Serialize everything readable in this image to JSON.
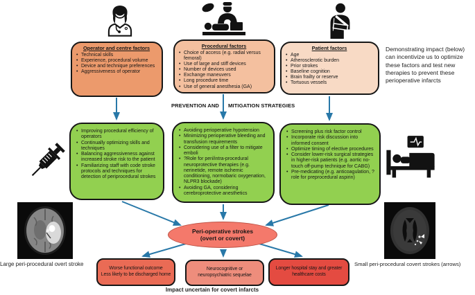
{
  "colors": {
    "arrow": "#2878A8",
    "operator_box": "#EC9A6C",
    "procedural_box": "#F4C09F",
    "patient_box": "#F8DAC5",
    "strategy_box": "#92D050",
    "central_ellipse": "#F4796B",
    "outcome_box_1": "#EA6B55",
    "outcome_box_2": "#EE8D7C",
    "outcome_box_3": "#E44B41"
  },
  "icons": {
    "top": [
      "doctor-icon",
      "surgeon-operating-icon",
      "patient-arm-sling-icon"
    ],
    "left": "syringe-icon",
    "right": "hospital-bed-monitor-icon"
  },
  "factor_boxes": [
    {
      "title": "Operator and centre factors",
      "items": [
        "Technical skills",
        "Experience, procedural volume",
        "Device and technique preferences",
        "Aggressiveness of operator"
      ]
    },
    {
      "title": "Procedural factors",
      "items": [
        "Choice of access (e.g. radial versus femoral)",
        "Use of large and stiff devices",
        "Number of devices used",
        "Exchange maneuvers",
        "Long procedure time",
        "Use of general anesthesia (GA)"
      ]
    },
    {
      "title": "Patient factors",
      "items": [
        "Age",
        "Atherosclerotic burden",
        "Prior strokes",
        "Baseline cognition",
        "Brain frailty or reserve",
        "Tortuous vessels"
      ]
    }
  ],
  "side_note": "Demonstrating impact (below) can incentivize us to optimize these factors and test new therapies to prevent these perioperative infarcts",
  "strategies_label": {
    "left": "PREVENTION  AND",
    "right": "MITIGATION STRATEGIES"
  },
  "strategy_boxes": [
    {
      "items": [
        "Improving procedural efficiency of operators",
        "Continually optimizing skills and techniques",
        "Balancing aggressiveness against increased stroke risk to the patient",
        "Familiarizing staff with code stroke protocols and techniques for detection of periprocedural strokes"
      ]
    },
    {
      "items": [
        "Avoiding perioperative hypotension",
        "Minimizing perioperative bleeding and transfusion requirements",
        "Considering use of a filter to mitigate emboli",
        "?Role for peri/intra-procedural neuroprotective therapies (e.g. nerinetide, remote ischemic conditioning, normobaric oxygenation, NLPR3 blockade)",
        "Avoiding GA, considering cerebroprotective anesthetics"
      ]
    },
    {
      "items": [
        "Screening plus risk factor control",
        "Incorporate risk discussion into informed consent",
        "Optimize timing of elective procedures",
        "Consider lower-risk surgical strategies in higher-risk patients (e.g. aortic no-touch off-pump technique for CABG)",
        "Pre-medicating (e.g. anticoagulation, ?role for preprocedural aspirin)"
      ]
    }
  ],
  "central_ellipse": {
    "line1": "Peri-operative strokes",
    "line2": "(overt or covert)"
  },
  "outcome_boxes": [
    {
      "line1": "Worse functional outcome",
      "line2": "Less likely to be discharged home"
    },
    {
      "line1": "Neurocognitive or",
      "line2": "neuropsychiatric sequelae"
    },
    {
      "line1": "Longer hospital stay and greater",
      "line2": "healthcare costs"
    }
  ],
  "captions": {
    "left_image": "Large peri-procedural overt stroke",
    "right_image": "Small peri-procedural covert strokes (arrows)",
    "bottom": "Impact uncertain for covert infarcts"
  }
}
